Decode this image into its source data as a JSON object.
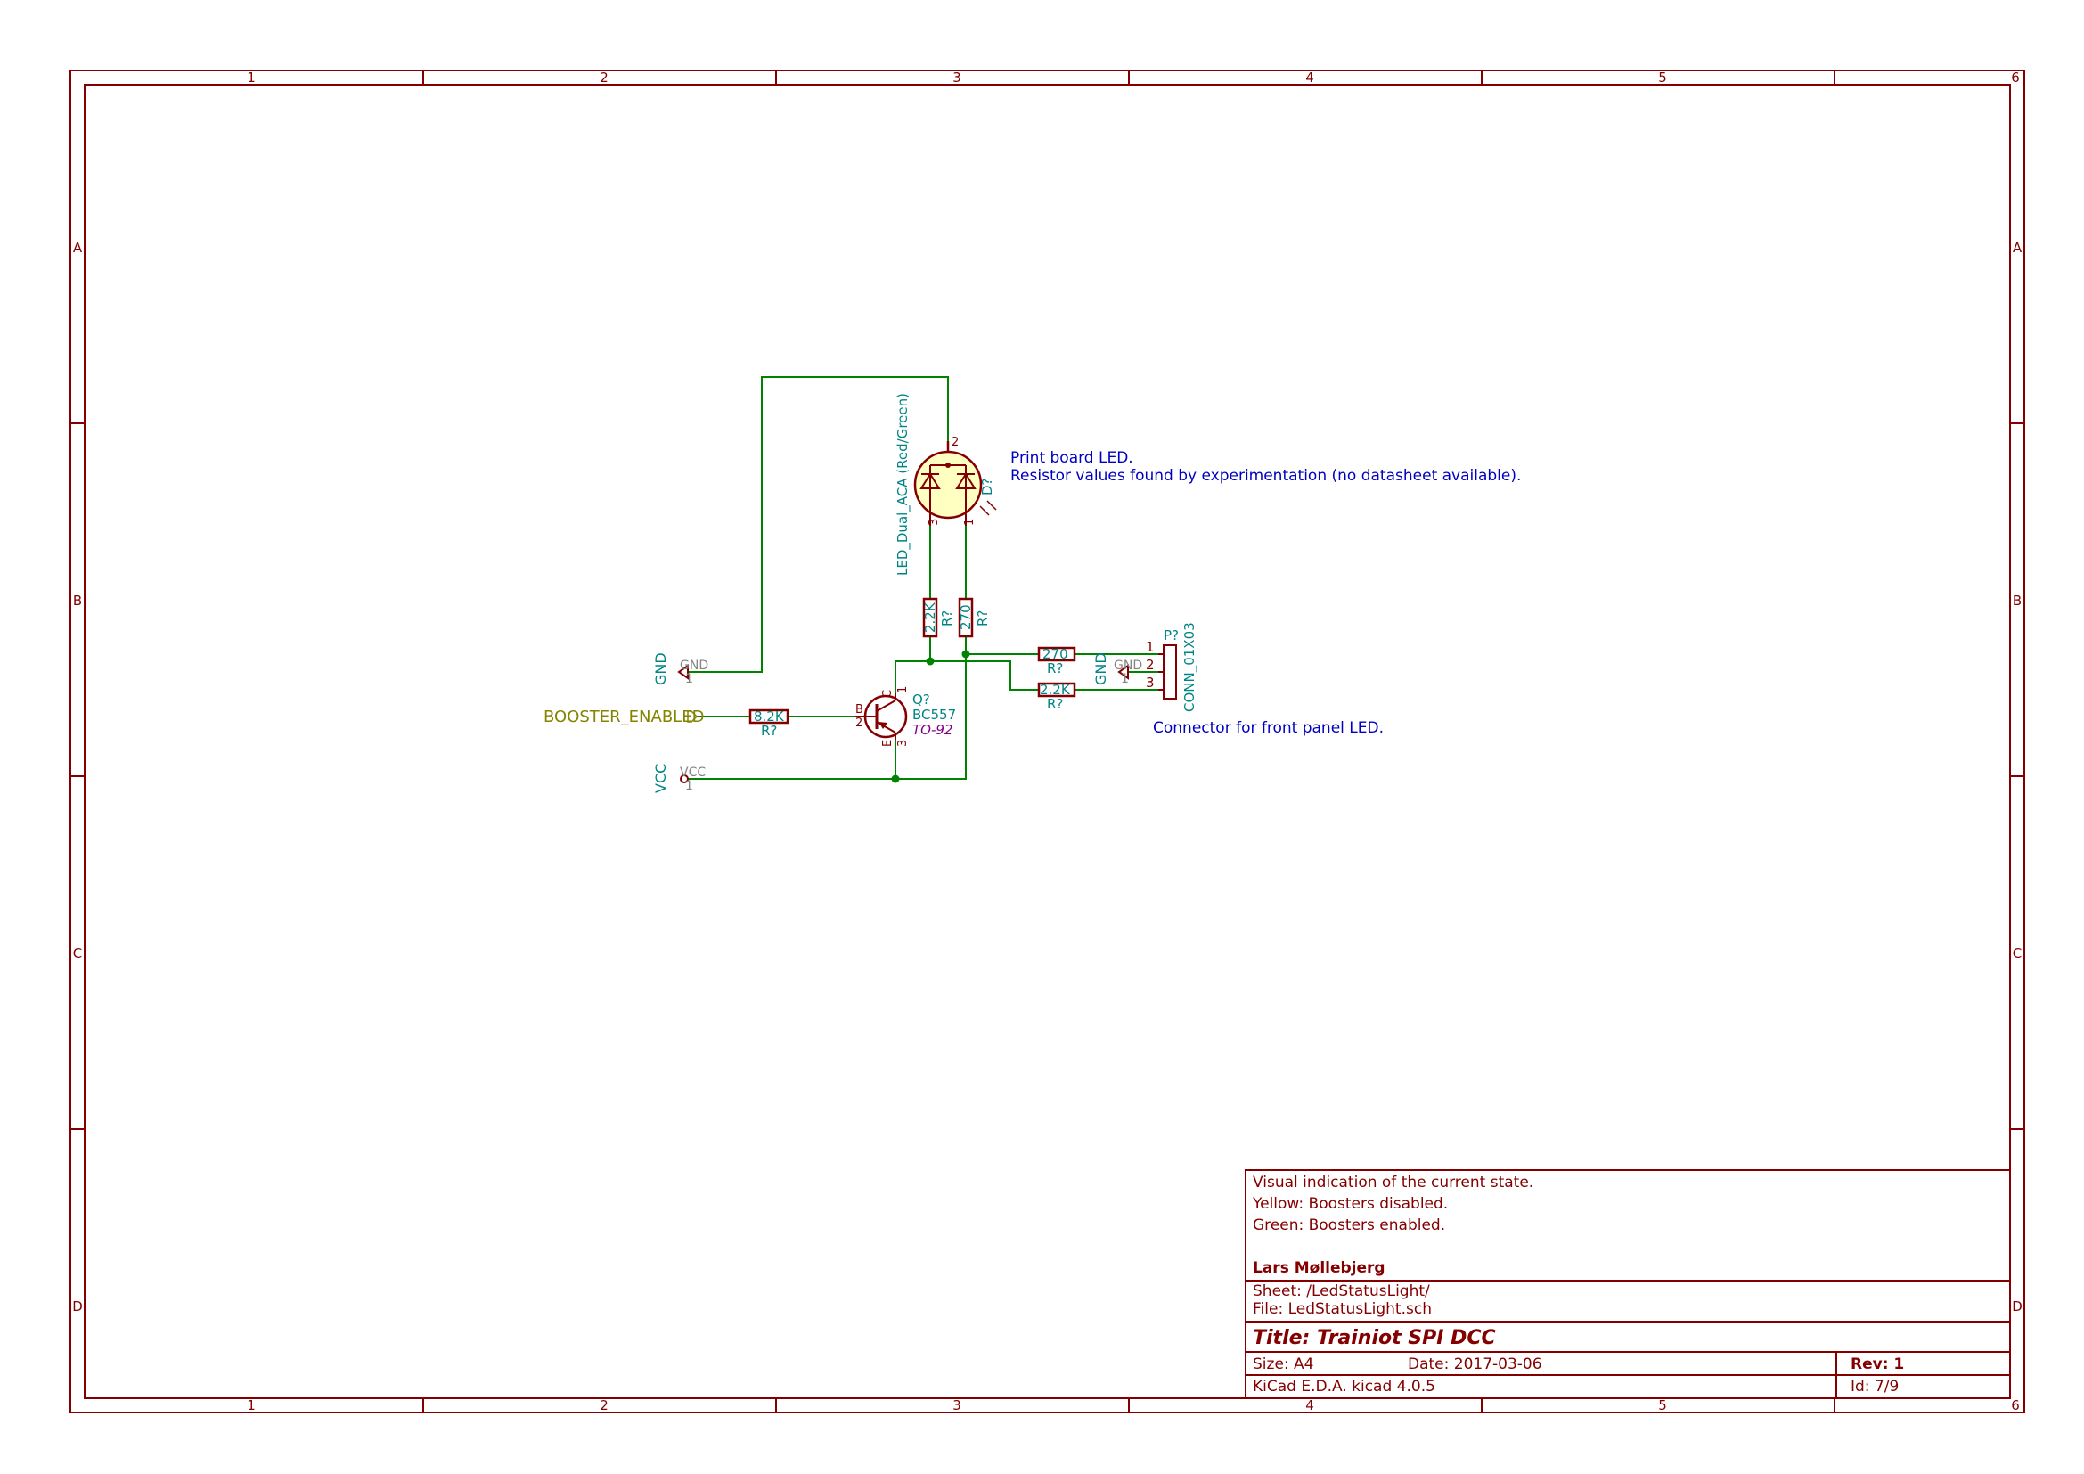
{
  "frame": {
    "columns": [
      "1",
      "2",
      "3",
      "4",
      "5",
      "6"
    ],
    "rows": [
      "A",
      "B",
      "C",
      "D"
    ]
  },
  "notes": {
    "led_note_line1": "Print board LED.",
    "led_note_line2": "Resistor values found by experimentation (no datasheet available).",
    "connector_note": "Connector for front panel LED."
  },
  "components": {
    "led": {
      "ref": "D?",
      "value": "LED_Dual_ACA (Red/Green)",
      "pin_top": "2",
      "pin_left": "3",
      "pin_right": "1"
    },
    "r_led_left": {
      "ref": "R?",
      "value": "2.2K"
    },
    "r_led_right": {
      "ref": "R?",
      "value": "270"
    },
    "r_base": {
      "ref": "R?",
      "value": "8.2K"
    },
    "r_conn_top": {
      "ref": "R?",
      "value": "270"
    },
    "r_conn_bottom": {
      "ref": "R?",
      "value": "2.2K"
    },
    "transistor": {
      "ref": "Q?",
      "value": "BC557",
      "footprint": "TO-92",
      "pin_b": "B",
      "pin_c": "C",
      "pin_e": "E",
      "num_b": "2",
      "num_c": "1",
      "num_e": "3"
    },
    "connector": {
      "ref": "P?",
      "value": "CONN_01X03",
      "pins": [
        "1",
        "2",
        "3"
      ]
    }
  },
  "power": {
    "gnd_left": {
      "label": "GND",
      "hidden": "GND",
      "pin": "1"
    },
    "gnd_conn": {
      "label": "GND",
      "hidden": "GND",
      "pin": "1"
    },
    "vcc": {
      "label": "VCC",
      "hidden": "VCC",
      "pin": "1"
    }
  },
  "global_label": "BOOSTER_ENABLED",
  "title_block": {
    "comment1": "Visual indication of the current state.",
    "comment2": "Yellow: Boosters disabled.",
    "comment3": "Green: Boosters enabled.",
    "company": "Lars Møllebjerg",
    "sheet": "Sheet: /LedStatusLight/",
    "file": "File: LedStatusLight.sch",
    "title": "Title: Trainiot SPI DCC",
    "size": "Size: A4",
    "date": "Date: 2017-03-06",
    "rev": "Rev: 1",
    "tool": "KiCad E.D.A.  kicad 4.0.5",
    "id": "Id: 7/9"
  },
  "colors": {
    "frame": "#840000",
    "wire": "#008400",
    "reference": "#008484",
    "note": "#0000c2",
    "global_label": "#848400",
    "led_fill": "#ffffc2"
  }
}
